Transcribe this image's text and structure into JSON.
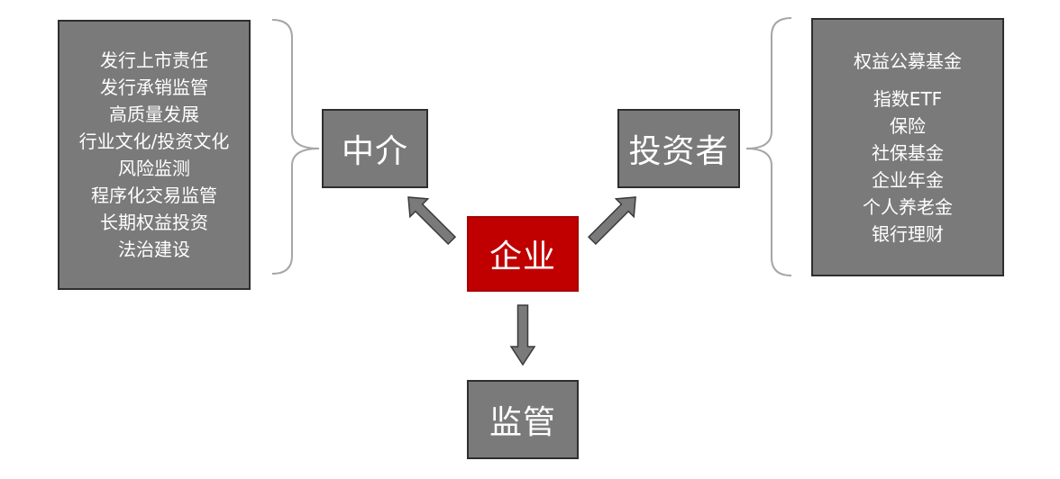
{
  "center": {
    "label": "企业"
  },
  "intermediary": {
    "label": "中介"
  },
  "investor": {
    "label": "投资者"
  },
  "regulation": {
    "label": "监管"
  },
  "left_list": [
    "发行上市责任",
    "发行承销监管",
    "高质量发展",
    "行业文化/投资文化",
    "风险监测",
    "程序化交易监管",
    "长期权益投资",
    "法治建设"
  ],
  "right_list": [
    "权益公募基金",
    "指数ETF",
    "保险",
    "社保基金",
    "企业年金",
    "个人养老金",
    "银行理财"
  ],
  "colors": {
    "box_fill": "#7a7a7a",
    "box_border": "#2e2e2e",
    "center_fill": "#c00000",
    "arrow_fill": "#7a7a7a",
    "bracket": "#a6a6a6"
  }
}
